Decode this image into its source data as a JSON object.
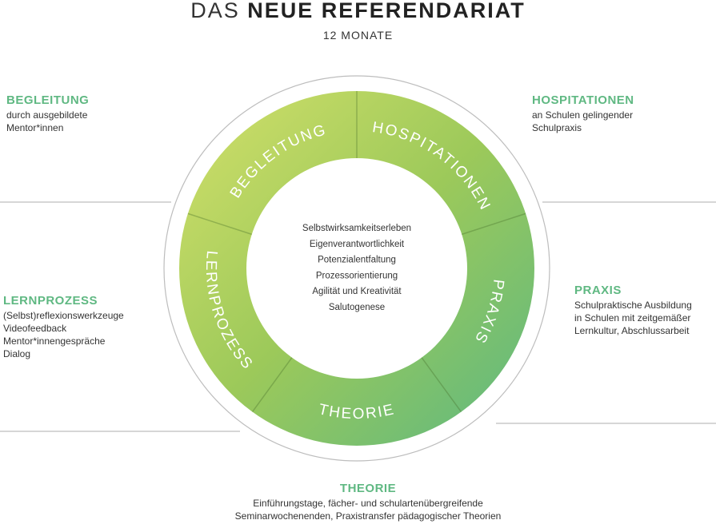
{
  "title": {
    "light": "DAS",
    "bold": "NEUE REFERENDARIAT",
    "subtitle": "12 MONATE"
  },
  "colors": {
    "gradient_start": "#d3e06a",
    "gradient_mid": "#9cc95a",
    "gradient_end": "#5cb882",
    "heading": "#5fb882",
    "lines": "#bdbdbd"
  },
  "segments": [
    {
      "label": "BEGLEITUNG"
    },
    {
      "label": "HOSPITATIONEN"
    },
    {
      "label": "PRAXIS"
    },
    {
      "label": "THEORIE"
    },
    {
      "label": "LERNPROZESS"
    }
  ],
  "center_values": [
    "Selbstwirksamkeitserleben",
    "Eigenverantwortlichkeit",
    "Potenzialentfaltung",
    "Prozessorientierung",
    "Agilität und Kreativität",
    "Salutogenese"
  ],
  "blocks": {
    "begleitung": {
      "heading": "BEGLEITUNG",
      "lines": [
        "durch ausgebildete",
        "Mentor*innen"
      ]
    },
    "hospitationen": {
      "heading": "HOSPITATIONEN",
      "lines": [
        "an Schulen gelingender",
        "Schulpraxis"
      ]
    },
    "lernprozess": {
      "heading": "LERNPROZESS",
      "lines": [
        "(Selbst)reflexionswerkzeuge",
        "Videofeedback",
        "Mentor*innengespräche",
        "Dialog"
      ]
    },
    "praxis": {
      "heading": "PRAXIS",
      "lines": [
        "Schulpraktische Ausbildung",
        "in Schulen mit zeitgemäßer",
        "Lernkultur, Abschlussarbeit"
      ]
    },
    "theorie": {
      "heading": "THEORIE",
      "lines": [
        "Einführungstage, fächer- und schulartenübergreifende",
        "Seminarwochenenden, Praxistransfer pädagogischer Theorien"
      ]
    }
  }
}
